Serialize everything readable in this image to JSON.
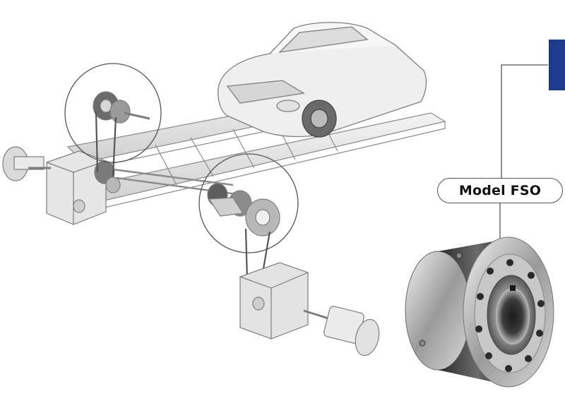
{
  "model_label": "Model FSO",
  "colors": {
    "accent_tab": "#1e3a8a",
    "sketch_line": "#8a8a8a",
    "sketch_fill": "#e9e9e9",
    "callout_line": "#555555"
  },
  "icons": [
    "conveyor-sketch",
    "car-sketch",
    "gearbox-sketch",
    "motor-sketch",
    "sprocket-sketch",
    "clutch-product-photo"
  ]
}
